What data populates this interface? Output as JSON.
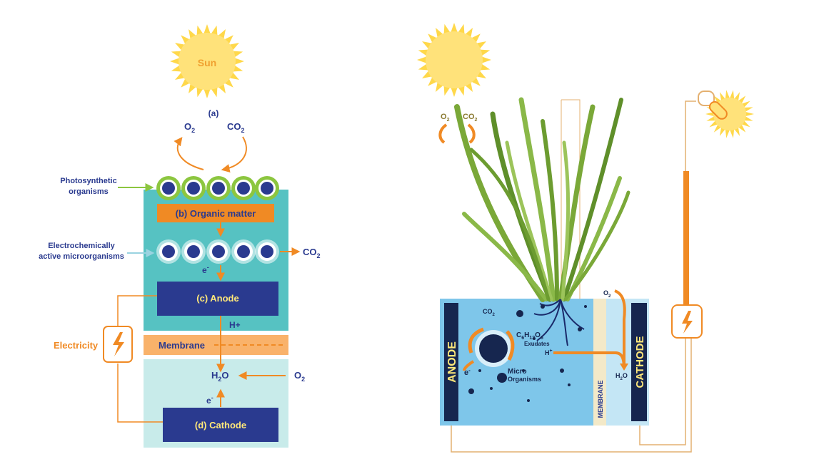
{
  "left": {
    "sun": "Sun",
    "panel_a": "(a)",
    "o2_top": "O",
    "co2_top": "CO",
    "sub2": "2",
    "photo_line1": "Photosynthetic",
    "photo_line2": "organisms",
    "organic": "(b)  Organic matter",
    "electro_line1": "Electrochemically",
    "electro_line2": "active microorganisms",
    "co2_right": "CO",
    "e_minus": "e",
    "minus": "-",
    "anode": "(c)  Anode",
    "h_plus": "H+",
    "electricity": "Electricity",
    "membrane": "Membrane",
    "h2o_h": "H",
    "h2o_o": "O",
    "o2_right": "O",
    "cathode": "(d)  Cathode"
  },
  "right": {
    "o2": "O",
    "co2": "CO",
    "sub2": "2",
    "anode": "ANODE",
    "cathode": "CATHODE",
    "membrane": "MEMBRANE",
    "c6": "C",
    "h12": "H",
    "o6": "O",
    "n6": "6",
    "n12": "12",
    "exudates": "Exudates",
    "h_plus": "H",
    "plus": "+",
    "e_minus": "e",
    "minus": "-",
    "micro1": "Micro",
    "micro2": "Organisms",
    "h2o_h": "H",
    "h2o_o": "O"
  },
  "colors": {
    "orange": "#f08a24",
    "navy": "#2a3a8f",
    "teal": "#56c2c2",
    "light_teal": "#c8ebea",
    "membrane": "#f9b26a",
    "blue_tank": "#7ec6ea",
    "sun_yellow": "#ffd84a"
  }
}
